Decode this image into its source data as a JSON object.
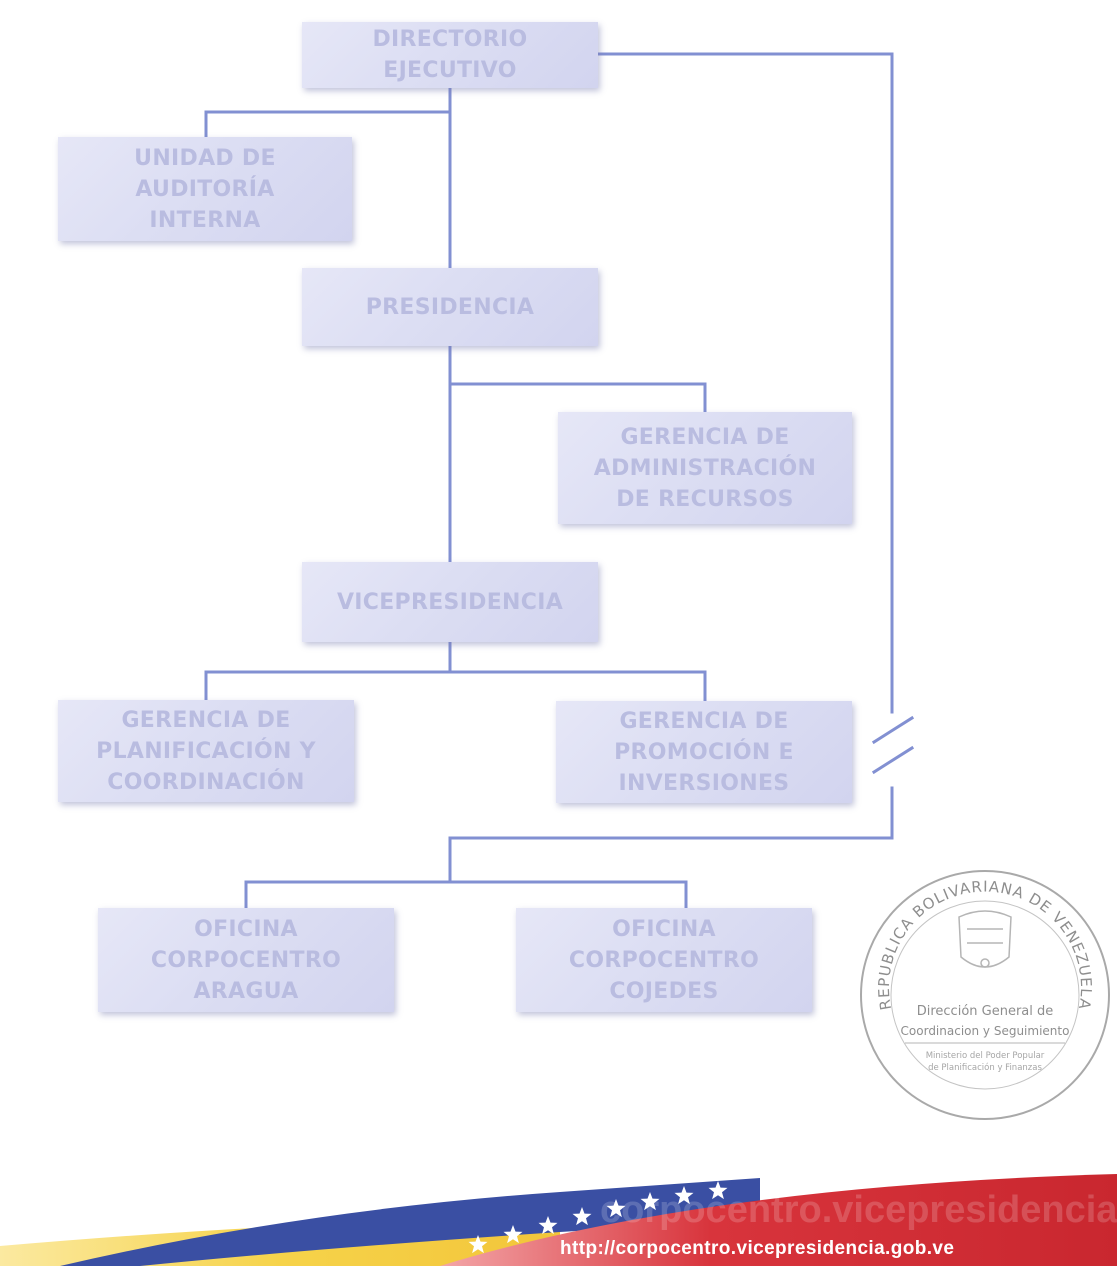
{
  "org_chart": {
    "units": [
      {
        "id": "directorio",
        "label": "DIRECTORIO\nEJECUTIVO"
      },
      {
        "id": "auditoria",
        "label": "UNIDAD DE\nAUDITORÍA\nINTERNA"
      },
      {
        "id": "presidencia",
        "label": "PRESIDENCIA"
      },
      {
        "id": "gerencia-administracion",
        "label": "GERENCIA DE\nADMINISTRACIÓN\nDE RECURSOS"
      },
      {
        "id": "vicepresidencia",
        "label": "VICEPRESIDENCIA"
      },
      {
        "id": "gerencia-planificacion",
        "label": "GERENCIA DE\nPLANIFICACIÓN Y\nCOORDINACIÓN"
      },
      {
        "id": "gerencia-promocion",
        "label": "GERENCIA DE\nPROMOCIÓN E\nINVERSIONES"
      },
      {
        "id": "oficina-aragua",
        "label": "OFICINA\nCORPOCENTRO\nARAGUA"
      },
      {
        "id": "oficina-cojedes",
        "label": "OFICINA\nCORPOCENTRO\nCOJEDES"
      }
    ],
    "links": [
      {
        "from": "directorio",
        "to": "auditoria"
      },
      {
        "from": "directorio",
        "to": "presidencia"
      },
      {
        "from": "presidencia",
        "to": "gerencia-administracion"
      },
      {
        "from": "presidencia",
        "to": "vicepresidencia"
      },
      {
        "from": "vicepresidencia",
        "to": "gerencia-planificacion"
      },
      {
        "from": "vicepresidencia",
        "to": "gerencia-promocion"
      },
      {
        "from": "directorio",
        "to": "oficina-aragua"
      },
      {
        "from": "directorio",
        "to": "oficina-cojedes"
      }
    ],
    "line_color": "#8290d2",
    "box_text_color": "#b9bce0"
  },
  "seal": {
    "arc_text": "REPUBLICA BOLIVARIANA DE VENEZUELA",
    "line1": "Dirección General de",
    "line2": "Coordinacion y Seguimiento",
    "line3": "Ministerio del Poder Popular",
    "line4": "de Planificación y Finanzas"
  },
  "footer": {
    "watermark": "corpocentro.vicepresidencia.gob.ve",
    "url": "http://corpocentro.vicepresidencia.gob.ve",
    "colors": {
      "yellow": "#f6d34a",
      "blue": "#3a4fa3",
      "red": "#d8343c"
    }
  }
}
